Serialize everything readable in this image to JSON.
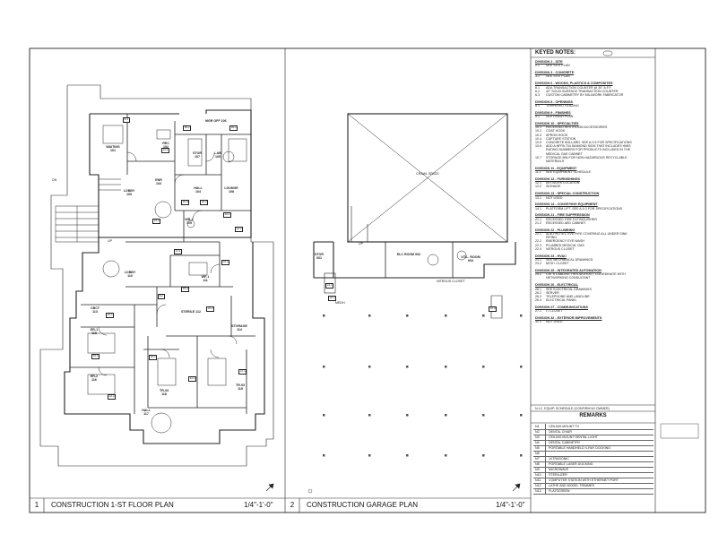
{
  "plans": {
    "first_floor": {
      "number": "1",
      "title": "CONSTRUCTION 1-ST FLOOR PLAN",
      "scale": "1/4\"-1'-0\""
    },
    "garage": {
      "number": "2",
      "title": "CONSTRUCTION GARAGE PLAN",
      "scale": "1/4\"-1'-0\""
    }
  },
  "first_floor_rooms": {
    "mgr_off": "MGR OFF 106",
    "waiting": "WAITING 101",
    "rec": "REC 102",
    "storage_top": "STOR 107",
    "lab": "LAB 105",
    "lobby_top": "LOBBY 100",
    "enr": "ENR 103",
    "hall_top": "HALL 104",
    "lounge": "LOUNGE 108",
    "wr1": "WR-1 109",
    "wr2": "WF-1 111",
    "lobby_mid": "LOBBY 110",
    "sterile": "STERILE 112",
    "cbct": "CBCT 113",
    "op1": "ER-1 115",
    "op2": "ER-2 116",
    "storage_right": "STORAGE 114",
    "tr3": "TR-03 118",
    "tr4": "TR-03 119",
    "hall_bottom": "HALL 117",
    "dn": "DN",
    "up": "UP"
  },
  "garage_rooms": {
    "crawl": "CRAWL SPACE",
    "stor": "STOR 001",
    "elec": "ELC ROOM 002",
    "util": "UTIL. ROOM 003",
    "nitrous": "NITROUS CLOSET",
    "medh": "MEDH",
    "up": "UP"
  },
  "tags": [
    "5.1",
    "16.1",
    "16.1",
    "11.1",
    "14.1",
    "22.1",
    "10.4",
    "10.2",
    "22.1",
    "11.1",
    "22.1",
    "6.2",
    "10.2",
    "22.1",
    "22.1",
    "10.1",
    "10.1",
    "22.1",
    "11.1",
    "22.1",
    "23.1",
    "22.1",
    "22.4"
  ],
  "keyed_notes": {
    "title": "KEYED NOTES:",
    "divisions": [
      {
        "name": "DIVISION 2 - SITE",
        "items": [
          [
            "2.1",
            "SEE SITE PLAN"
          ]
        ]
      },
      {
        "name": "DIVISION 3 - CONCRETE",
        "items": [
          [
            "3.1",
            "SEE SITE PLAN"
          ]
        ]
      },
      {
        "name": "DIVISION 6 - WOODS, PLASTICS & COMPOSITES",
        "items": [
          [
            "6.1",
            "ADA TRANSACTION COUNTER @ 30\" A.F.F."
          ],
          [
            "6.2",
            "42\" SOLID SURFACE TRANSACTION COUNTER"
          ],
          [
            "6.3",
            "CUSTOM CABINETRY BY MILLWORK FABRICATOR"
          ]
        ]
      },
      {
        "name": "DIVISION 8 - OPENINGS",
        "items": [
          [
            "8.1",
            "TEMPERED GLAZING"
          ]
        ]
      },
      {
        "name": "DIVISION 9 - FINISHES",
        "items": [
          [
            "9.1",
            "SEE FINISH PLAN"
          ]
        ]
      },
      {
        "name": "DIVISION 10 - SPECIALTIES",
        "items": [
          [
            "10.1",
            "RECESSED RESTROOM ACCESSORIES"
          ],
          [
            "10.2",
            "COAT HOOK"
          ],
          [
            "10.3",
            "APRON HOOK"
          ],
          [
            "10.4",
            "CAPTURE STATION"
          ],
          [
            "10.5",
            "CONCRETE BOLLARD. SEE A-0.5 FOR SPECIFICATIONS"
          ],
          [
            "10.6",
            "ADD A NFPA 704 DIAMOND SIGN THAT INCLUDES HMIS"
          ],
          [
            "",
            "RATING NUMBERS FOR PRODUCTS INCLUDED IN THE"
          ],
          [
            "",
            "MEDICAL GAS CABINET"
          ],
          [
            "10.7",
            "STORAGE BIN FOR NON-HAZARDOUS RECYCLABLE"
          ],
          [
            "",
            "MATERIALS"
          ]
        ]
      },
      {
        "name": "DIVISION 11 - EQUIPMENT",
        "items": [
          [
            "11.1",
            "SEE EQUIPMENT SCHEDULE"
          ]
        ]
      },
      {
        "name": "DIVISION 12 - FURNISHINGS",
        "items": [
          [
            "12.1",
            "ARTWORK LOCATION"
          ],
          [
            "12.2",
            "SIGNAGE"
          ]
        ]
      },
      {
        "name": "DIVISION 13 - SPECIAL CONSTRUCTION",
        "items": [
          [
            "13.1",
            "NOT USED"
          ]
        ]
      },
      {
        "name": "DIVISION 14 - CONVEYING EQUIPMENT",
        "items": [
          [
            "14.1",
            "PLATFORM LIFT. SEE A-0.3 FOR SPECIFICATIONS"
          ]
        ]
      },
      {
        "name": "DIVISION 21 - FIRE SUPPRESSION",
        "items": [
          [
            "21.1",
            "RECESSED FIRE EXTINGUISHER"
          ],
          [
            "21.2",
            "RECESSED AED CABINET"
          ]
        ]
      },
      {
        "name": "DIVISION 22 - PLUMBING",
        "items": [
          [
            "22.1",
            "ADA PROTECTIVE PIPE COVERING ALL UNDER SINK"
          ],
          [
            "",
            "PIPING"
          ],
          [
            "22.2",
            "EMERGENCY EYE WASH"
          ],
          [
            "22.3",
            "PLUMBED MEDICAL GAS"
          ],
          [
            "22.4",
            "NITROUS CLOSET"
          ]
        ]
      },
      {
        "name": "DIVISION 23 - HVAC",
        "items": [
          [
            "23.1",
            "SEE MECHANICAL DRAWINGS"
          ],
          [
            "23.2",
            "MCD+ CLOSET"
          ]
        ]
      },
      {
        "name": "DIVISION 25 - INTEGRATED AUTOMATION",
        "items": [
          [
            "25.1",
            "CAT 6 CABLING THROUGHOUT, COORDINATE WITH"
          ],
          [
            "",
            "NETWORKING CONSULTANT"
          ]
        ]
      },
      {
        "name": "DIVISION 26 - ELECTRICAL",
        "items": [
          [
            "26.1",
            "SEE ELECTRICAL DRAWINGS"
          ],
          [
            "26.2",
            "SERVER"
          ],
          [
            "26.3",
            "TELEPHONE AND LANDLINE"
          ],
          [
            "26.4",
            "ELECTRICAL PANEL"
          ]
        ]
      },
      {
        "name": "DIVISION 27 - COMMUNICATIONS",
        "items": [
          [
            "27.1",
            "IT CLOSET"
          ]
        ]
      },
      {
        "name": "DIVISION 32 - EXTERIOR IMPROVEMENTS",
        "items": [
          [
            "32.1",
            "NOT USED"
          ]
        ]
      }
    ]
  },
  "equipment": {
    "caption": "N.I.C. EQUIP. SCHEDULE (CONFIRM W/ OWNER)",
    "header": "REMARKS",
    "rows": [
      [
        "N1",
        "CEILING MOUNT TV"
      ],
      [
        "N2",
        "DENTAL CHAIR"
      ],
      [
        "N3",
        "CEILING MOUNT DENTAL LIGHT"
      ],
      [
        "N4",
        "DENTAL CABINETRY"
      ],
      [
        "N5",
        "PORTABLE HANDHELD X-RAY DOCKING"
      ],
      [
        "N6",
        ""
      ],
      [
        "N7",
        "ULTRASONIC"
      ],
      [
        "N8",
        "PORTABLE LASER DOCKING"
      ],
      [
        "N9",
        "MICROWAVE"
      ],
      [
        "N10",
        "STERILIZER"
      ],
      [
        "N11",
        "COMPUTER STATION WITH ETHERNET PORT"
      ],
      [
        "N12",
        "LATHE AND MODEL TRIMMER"
      ],
      [
        "N13",
        "FLATSCREEN"
      ]
    ]
  }
}
